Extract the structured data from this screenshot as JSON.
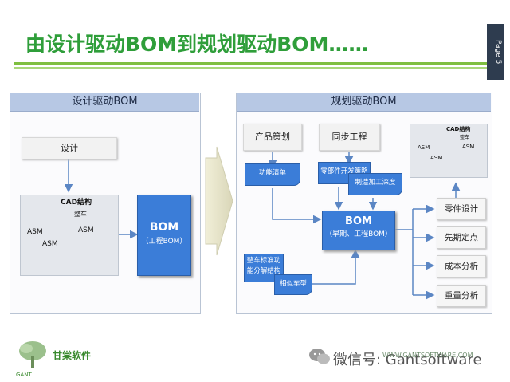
{
  "title": "由设计驱动BOM到规划驱动BOM……",
  "page_label": "Page 5",
  "left_panel": {
    "header": "设计驱动BOM",
    "design_box": "设计",
    "cad_label": "CAD结构",
    "root_label": "整车",
    "asm_labels": [
      "ASM",
      "ASM",
      "ASM"
    ],
    "bom_title": "BOM",
    "bom_sub": "（工程BOM）"
  },
  "right_panel": {
    "header": "规划驱动BOM",
    "product_planning": "产品策划",
    "sync_engineering": "同步工程",
    "doc_function_list": "功能清单",
    "doc_parts_progress": "零部件开发策略",
    "doc_manufacturing": "制造加工深度",
    "doc_vehicle_standard": "整车标准功能分解结构",
    "doc_similar_model": "相似车型",
    "bom_title": "BOM",
    "bom_sub": "（早期、工程BOM）",
    "cad_label": "CAD结构",
    "cad_root": "整车",
    "cad_asm": [
      "ASM",
      "ASM",
      "ASM"
    ],
    "outputs": [
      "零件设计",
      "先期定点",
      "成本分析",
      "重量分析"
    ]
  },
  "footer": {
    "company": "甘棠软件",
    "gant": "GANT",
    "wechat": "微信号: Gantsoftware",
    "url": "WWW.GANTSOFTWARE.COM"
  },
  "colors": {
    "title_green": "#2f9e3a",
    "bom_blue": "#3b7dd8",
    "arrow_blue": "#5b86c4",
    "panel_header": "#b7c8e4"
  }
}
